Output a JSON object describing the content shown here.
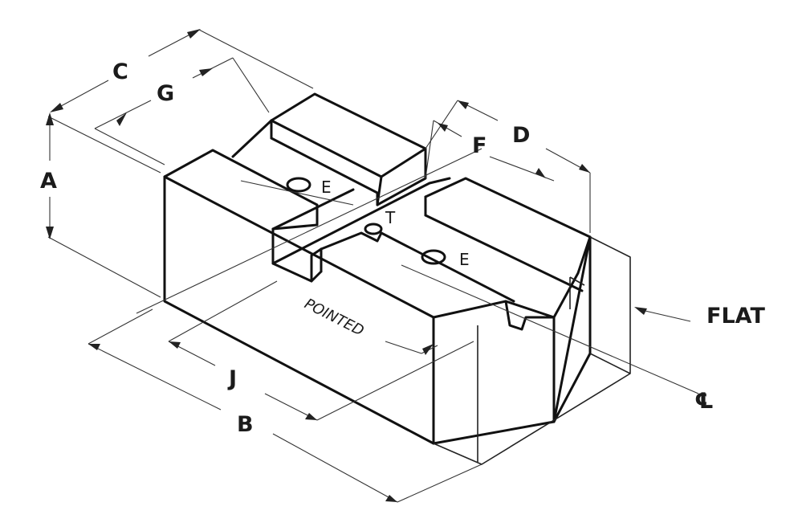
{
  "diagram": {
    "labels": {
      "a": "A",
      "b": "B",
      "c": "C",
      "d": "D",
      "e_top": "E",
      "e_front": "E",
      "f": "F",
      "g": "G",
      "j": "J",
      "t": "T",
      "flat": "FLAT",
      "centerline": "℄",
      "pointed": "POINTED"
    }
  }
}
